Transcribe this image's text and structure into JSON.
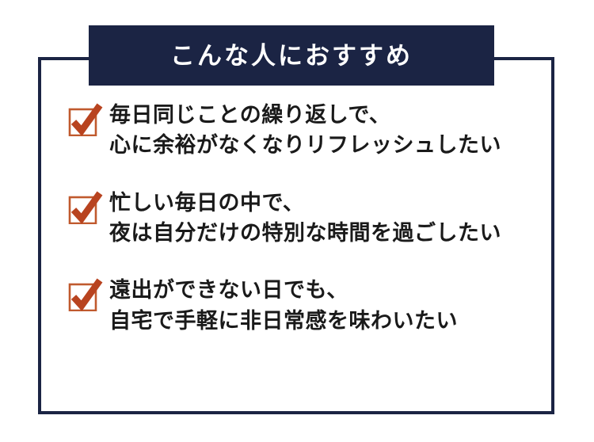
{
  "card": {
    "banner": {
      "title": "こんな人におすすめ",
      "background_color": "#1b2444",
      "text_color": "#ffffff"
    },
    "frame": {
      "border_color": "#1b2444"
    },
    "background_color": "#ffffff",
    "check_icon": {
      "name": "check-mark-icon",
      "box_color": "#c05a2e",
      "check_color": "#b8431f"
    },
    "items": [
      {
        "line1": "毎日同じことの繰り返しで、",
        "line2": "心に余裕がなくなりリフレッシュしたい"
      },
      {
        "line1": "忙しい毎日の中で、",
        "line2": "夜は自分だけの特別な時間を過ごしたい"
      },
      {
        "line1": "遠出ができない日でも、",
        "line2": "自宅で手軽に非日常感を味わいたい"
      }
    ]
  }
}
